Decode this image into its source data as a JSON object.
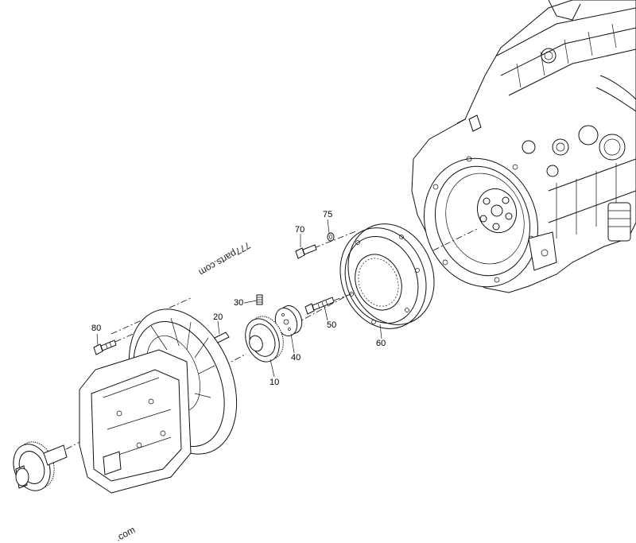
{
  "callouts": {
    "c10": "10",
    "c20": "20",
    "c30": "30",
    "c40": "40",
    "c50": "50",
    "c60": "60",
    "c70": "70",
    "c75": "75",
    "c80": "80"
  },
  "watermark": {
    "main": "777parts.com",
    "corner": ".com"
  }
}
